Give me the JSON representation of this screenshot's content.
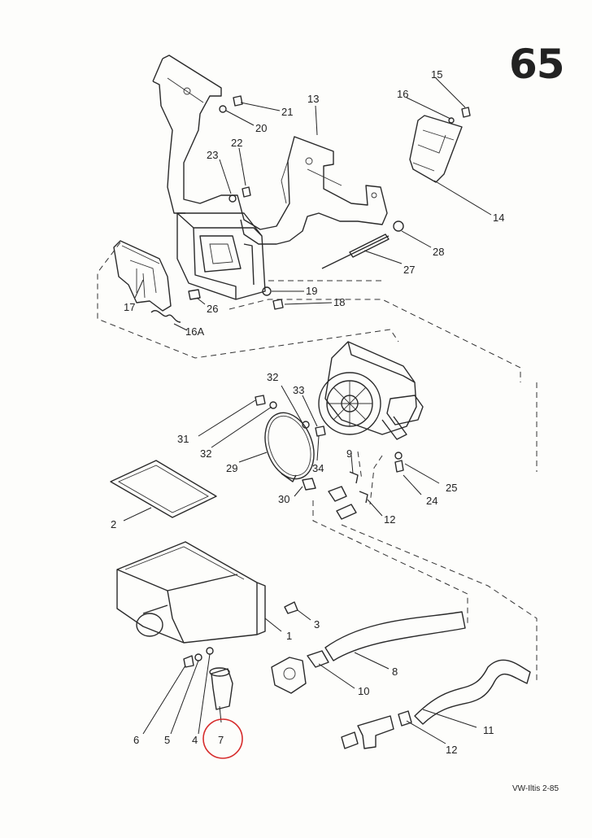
{
  "page": {
    "page_number": "65",
    "footer_code": "VW-Iltis  2-85"
  },
  "callouts": {
    "c1": "1",
    "c2": "2",
    "c3": "3",
    "c4": "4",
    "c5": "5",
    "c6": "6",
    "c7": "7",
    "c8": "8",
    "c9": "9",
    "c10": "10",
    "c11": "11",
    "c12a": "12",
    "c12b": "12",
    "c13": "13",
    "c14": "14",
    "c15": "15",
    "c16": "16",
    "c16a": "16A",
    "c17": "17",
    "c18": "18",
    "c19": "19",
    "c20": "20",
    "c21": "21",
    "c22": "22",
    "c23": "23",
    "c24": "24",
    "c25": "25",
    "c26": "26",
    "c27": "27",
    "c28": "28",
    "c29": "29",
    "c30": "30",
    "c31": "31",
    "c32a": "32",
    "c32b": "32",
    "c33": "33",
    "c34": "34"
  },
  "highlight": {
    "target": "7",
    "color": "#d62b2b"
  },
  "colors": {
    "ink": "#2a2a2a",
    "paper": "#fdfdfb",
    "highlight": "#d62b2b"
  }
}
